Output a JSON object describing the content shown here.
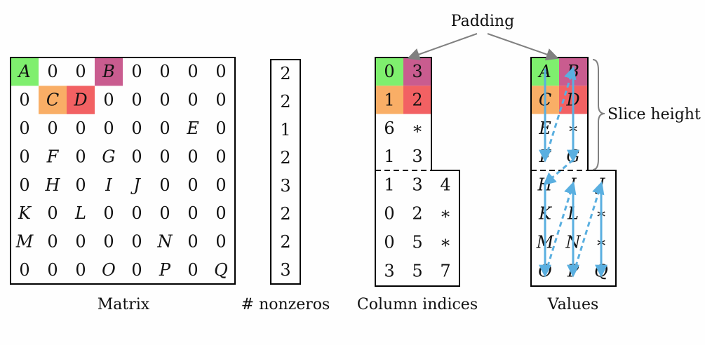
{
  "colors": {
    "green": "#7fef6e",
    "magenta": "#c95c8f",
    "orange": "#f9ae66",
    "red": "#f26163",
    "arrow_gray": "#808080",
    "arrow_blue": "#5aafe0"
  },
  "annotations": {
    "padding": "Padding",
    "slice_height": "Slice height"
  },
  "captions": {
    "matrix": "Matrix",
    "nonzeros": "# nonzeros",
    "column_indices": "Column indices",
    "values": "Values"
  },
  "matrix": {
    "rows": [
      [
        "A",
        "0",
        "0",
        "B",
        "0",
        "0",
        "0",
        "0"
      ],
      [
        "0",
        "C",
        "D",
        "0",
        "0",
        "0",
        "0",
        "0"
      ],
      [
        "0",
        "0",
        "0",
        "0",
        "0",
        "0",
        "E",
        "0"
      ],
      [
        "0",
        "F",
        "0",
        "G",
        "0",
        "0",
        "0",
        "0"
      ],
      [
        "0",
        "H",
        "0",
        "I",
        "J",
        "0",
        "0",
        "0"
      ],
      [
        "K",
        "0",
        "L",
        "0",
        "0",
        "0",
        "0",
        "0"
      ],
      [
        "M",
        "0",
        "0",
        "0",
        "0",
        "N",
        "0",
        "0"
      ],
      [
        "0",
        "0",
        "0",
        "O",
        "0",
        "P",
        "0",
        "Q"
      ]
    ],
    "highlights": [
      {
        "r": 0,
        "c": 0,
        "color": "green"
      },
      {
        "r": 0,
        "c": 3,
        "color": "magenta"
      },
      {
        "r": 1,
        "c": 1,
        "color": "orange"
      },
      {
        "r": 1,
        "c": 2,
        "color": "red"
      }
    ]
  },
  "nonzeros": [
    "2",
    "2",
    "1",
    "2",
    "3",
    "2",
    "2",
    "3"
  ],
  "column_indices": {
    "slice1": [
      [
        "0",
        "3"
      ],
      [
        "1",
        "2"
      ],
      [
        "6",
        "∗"
      ],
      [
        "1",
        "3"
      ]
    ],
    "slice2": [
      [
        "1",
        "3",
        "4"
      ],
      [
        "0",
        "2",
        "∗"
      ],
      [
        "0",
        "5",
        "∗"
      ],
      [
        "3",
        "5",
        "7"
      ]
    ],
    "highlights": [
      {
        "r": 0,
        "c": 0,
        "color": "green"
      },
      {
        "r": 0,
        "c": 1,
        "color": "magenta"
      },
      {
        "r": 1,
        "c": 0,
        "color": "orange"
      },
      {
        "r": 1,
        "c": 1,
        "color": "red"
      }
    ]
  },
  "values": {
    "slice1": [
      [
        "A",
        "B"
      ],
      [
        "C",
        "D"
      ],
      [
        "E",
        "∗"
      ],
      [
        "F",
        "G"
      ]
    ],
    "slice2": [
      [
        "H",
        "I",
        "J"
      ],
      [
        "K",
        "L",
        "∗"
      ],
      [
        "M",
        "N",
        "∗"
      ],
      [
        "O",
        "P",
        "Q"
      ]
    ],
    "highlights": [
      {
        "r": 0,
        "c": 0,
        "color": "green"
      },
      {
        "r": 0,
        "c": 1,
        "color": "magenta"
      },
      {
        "r": 1,
        "c": 0,
        "color": "orange"
      },
      {
        "r": 1,
        "c": 1,
        "color": "red"
      }
    ]
  }
}
